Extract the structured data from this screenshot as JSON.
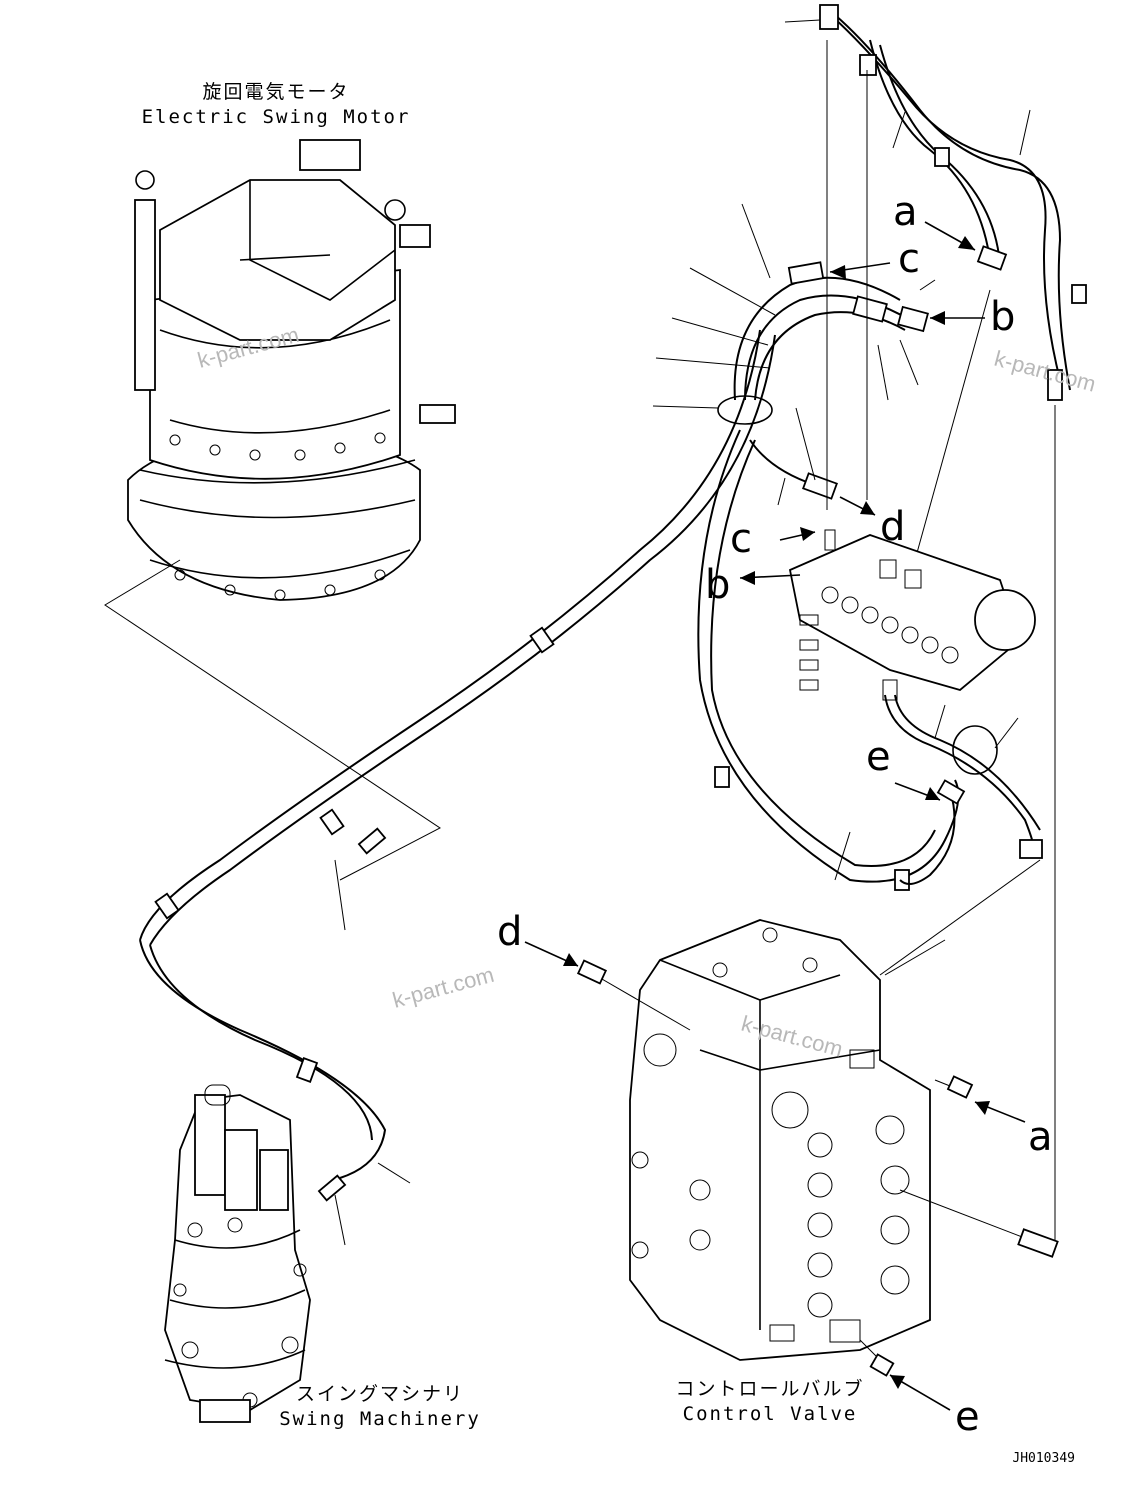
{
  "components": {
    "swing_motor": {
      "label_jp": "旋回電気モータ",
      "label_en": "Electric Swing Motor"
    },
    "swing_machinery": {
      "label_jp": "スイングマシナリ",
      "label_en": "Swing Machinery"
    },
    "control_valve": {
      "label_jp": "コントロールバルブ",
      "label_en": "Control Valve"
    }
  },
  "callouts": {
    "a_top": "a",
    "b_top": "b",
    "c_top": "c",
    "c_mid": "c",
    "d_mid": "d",
    "b_mid": "b",
    "e_mid": "e",
    "d_bot": "d",
    "a_bot": "a",
    "e_bot": "e"
  },
  "watermarks": [
    "k-part.com",
    "k-part.com",
    "k-part.com",
    "k-part.com"
  ],
  "drawing_code": "JH010349"
}
